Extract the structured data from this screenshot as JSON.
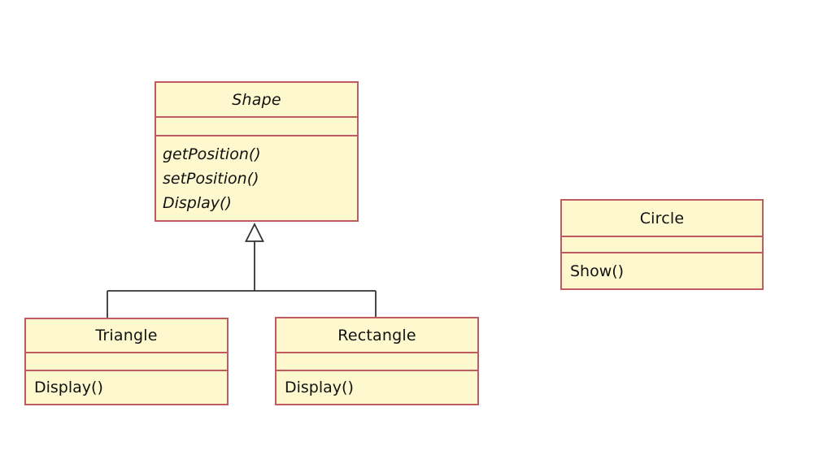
{
  "diagram": {
    "type": "uml-class-diagram",
    "colors": {
      "class_fill": "#fdf8cd",
      "class_border": "#c15b62",
      "connector": "#333333",
      "text": "#111111",
      "background": "#ffffff"
    },
    "classes": [
      {
        "id": "shape",
        "name": "Shape",
        "abstract": true,
        "attributes": [],
        "methods": [
          "getPosition()",
          "setPosition()",
          "Display()"
        ]
      },
      {
        "id": "triangle",
        "name": "Triangle",
        "abstract": false,
        "attributes": [],
        "methods": [
          "Display()"
        ]
      },
      {
        "id": "rectangle",
        "name": "Rectangle",
        "abstract": false,
        "attributes": [],
        "methods": [
          "Display()"
        ]
      },
      {
        "id": "circle",
        "name": "Circle",
        "abstract": false,
        "attributes": [],
        "methods": [
          "Show()"
        ]
      }
    ],
    "relations": [
      {
        "type": "generalization",
        "from": "Triangle",
        "to": "Shape",
        "arrowhead": "hollow-triangle"
      },
      {
        "type": "generalization",
        "from": "Rectangle",
        "to": "Shape",
        "arrowhead": "hollow-triangle"
      }
    ]
  }
}
